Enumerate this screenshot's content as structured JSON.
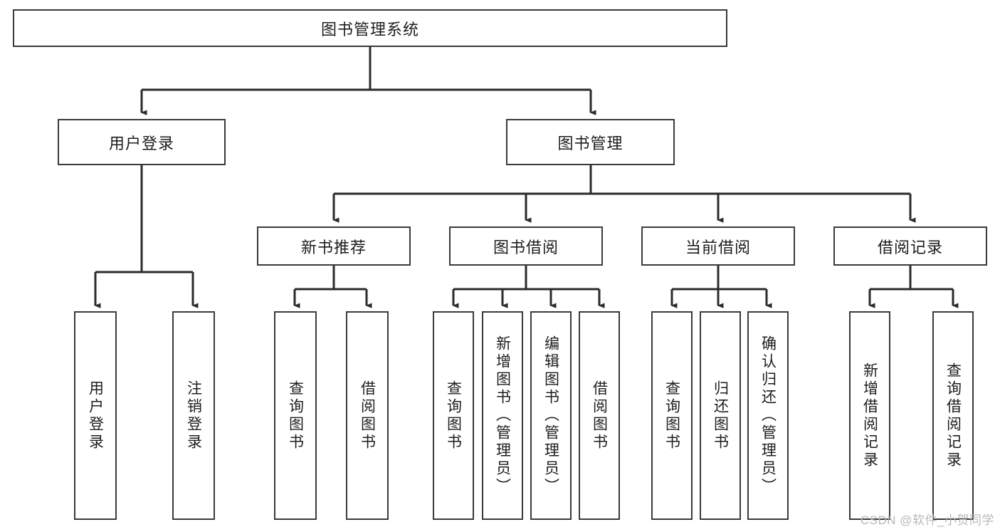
{
  "diagram": {
    "title": "图书管理系统",
    "type": "tree",
    "watermark": "CSDN @软件_小贺同学",
    "colors": {
      "box_border": "#3a3a3a",
      "box_fill": "#ffffff",
      "connector": "#2b2b2b",
      "text": "#1d1d1d",
      "watermark": "#b9b9b9",
      "background": "#ffffff"
    },
    "nodes": {
      "root": {
        "label": "图书管理系统",
        "level": 1,
        "orientation": "horizontal"
      },
      "user_login": {
        "label": "用户登录",
        "level": 2,
        "orientation": "horizontal"
      },
      "book_manage": {
        "label": "图书管理",
        "level": 2,
        "orientation": "horizontal"
      },
      "new_book_rec": {
        "label": "新书推荐",
        "level": 3,
        "orientation": "horizontal"
      },
      "book_borrow": {
        "label": "图书借阅",
        "level": 3,
        "orientation": "horizontal"
      },
      "current_borrow": {
        "label": "当前借阅",
        "level": 3,
        "orientation": "horizontal"
      },
      "borrow_record": {
        "label": "借阅记录",
        "level": 3,
        "orientation": "horizontal"
      },
      "leaf_user_login": {
        "label": "用户登录",
        "level": 4,
        "orientation": "vertical"
      },
      "leaf_logout": {
        "label": "注销登录",
        "level": 4,
        "orientation": "vertical"
      },
      "leaf_query_book_1": {
        "label": "查询图书",
        "level": 4,
        "orientation": "vertical"
      },
      "leaf_borrow_book_1": {
        "label": "借阅图书",
        "level": 4,
        "orientation": "vertical"
      },
      "leaf_query_book_2": {
        "label": "查询图书",
        "level": 4,
        "orientation": "vertical"
      },
      "leaf_add_book": {
        "label": "新增图书（管理员）",
        "level": 4,
        "orientation": "vertical"
      },
      "leaf_edit_book": {
        "label": "编辑图书（管理员）",
        "level": 4,
        "orientation": "vertical"
      },
      "leaf_borrow_book_2": {
        "label": "借阅图书",
        "level": 4,
        "orientation": "vertical"
      },
      "leaf_query_book_3": {
        "label": "查询图书",
        "level": 4,
        "orientation": "vertical"
      },
      "leaf_return_book": {
        "label": "归还图书",
        "level": 4,
        "orientation": "vertical"
      },
      "leaf_confirm_return": {
        "label": "确认归还（管理员）",
        "level": 4,
        "orientation": "vertical"
      },
      "leaf_add_record": {
        "label": "新增借阅记录",
        "level": 4,
        "orientation": "vertical"
      },
      "leaf_query_record": {
        "label": "查询借阅记录",
        "level": 4,
        "orientation": "vertical"
      }
    },
    "edges": [
      {
        "from": "root",
        "to": "user_login"
      },
      {
        "from": "root",
        "to": "book_manage"
      },
      {
        "from": "user_login",
        "to": "leaf_user_login"
      },
      {
        "from": "user_login",
        "to": "leaf_logout"
      },
      {
        "from": "book_manage",
        "to": "new_book_rec"
      },
      {
        "from": "book_manage",
        "to": "book_borrow"
      },
      {
        "from": "book_manage",
        "to": "current_borrow"
      },
      {
        "from": "book_manage",
        "to": "borrow_record"
      },
      {
        "from": "new_book_rec",
        "to": "leaf_query_book_1"
      },
      {
        "from": "new_book_rec",
        "to": "leaf_borrow_book_1"
      },
      {
        "from": "book_borrow",
        "to": "leaf_query_book_2"
      },
      {
        "from": "book_borrow",
        "to": "leaf_add_book"
      },
      {
        "from": "book_borrow",
        "to": "leaf_edit_book"
      },
      {
        "from": "book_borrow",
        "to": "leaf_borrow_book_2"
      },
      {
        "from": "current_borrow",
        "to": "leaf_query_book_3"
      },
      {
        "from": "current_borrow",
        "to": "leaf_return_book"
      },
      {
        "from": "current_borrow",
        "to": "leaf_confirm_return"
      },
      {
        "from": "borrow_record",
        "to": "leaf_add_record"
      },
      {
        "from": "borrow_record",
        "to": "leaf_query_record"
      }
    ]
  }
}
